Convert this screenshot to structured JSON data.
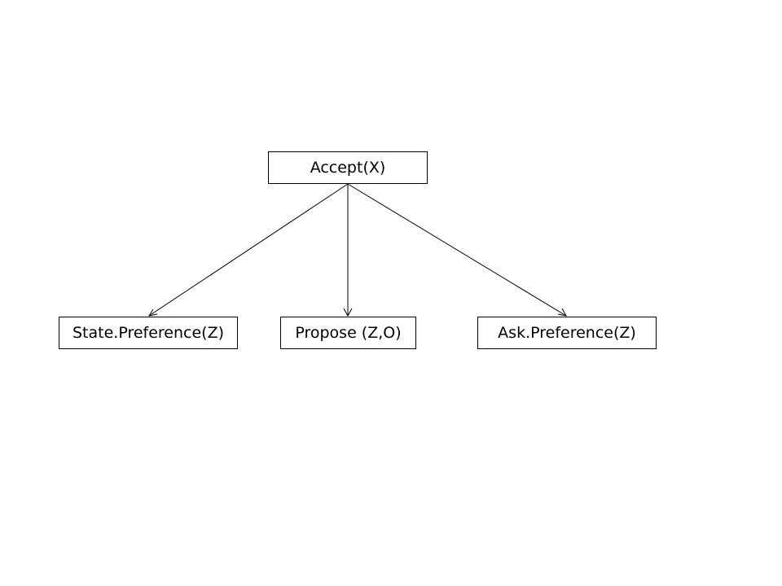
{
  "nodes": {
    "root": {
      "label": "Accept(X)"
    },
    "left": {
      "label": "State.Preference(Z)"
    },
    "middle": {
      "label": "Propose (Z,O)"
    },
    "right": {
      "label": "Ask.Preference(Z)"
    }
  },
  "edges": [
    {
      "from": "root",
      "to": "left"
    },
    {
      "from": "root",
      "to": "middle"
    },
    {
      "from": "root",
      "to": "right"
    }
  ],
  "colors": {
    "line": "#000000",
    "border": "#000000",
    "background": "#ffffff",
    "text": "#000000"
  }
}
